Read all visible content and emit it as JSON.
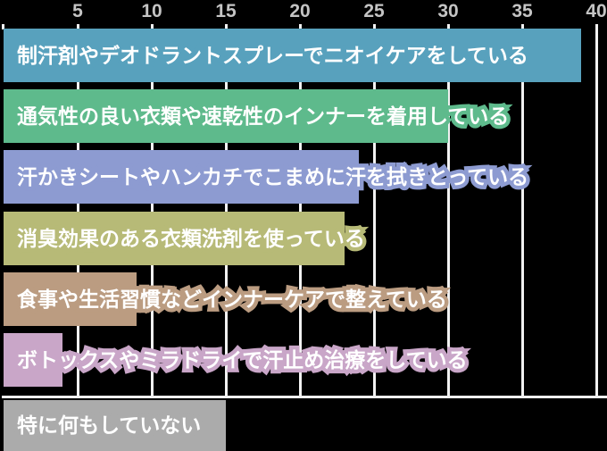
{
  "chart_data": {
    "type": "bar",
    "orientation": "horizontal",
    "title": "",
    "categories": [
      "制汗剤やデオドラントスプレーでニオイケアをしている",
      "通気性の良い衣類や速乾性のインナーを着用している",
      "汗かきシートやハンカチでこまめに汗を拭きとっている",
      "消臭効果のある衣類洗剤を使っている",
      "食事や生活習慣などインナーケアで整えている",
      "ボトックスやミラドライで汗止め治療をしている",
      "特に何もしていない"
    ],
    "values": [
      39,
      30,
      24,
      23,
      9,
      4,
      15
    ],
    "bar_colors": [
      "#58a1bd",
      "#5eba8c",
      "#8d9bd1",
      "#b7ba77",
      "#bb9c81",
      "#c9a6c8",
      "#ababab"
    ],
    "x_ticks": [
      5,
      10,
      15,
      20,
      25,
      30,
      35,
      40
    ],
    "xlim": [
      0,
      40
    ],
    "xlabel": "",
    "ylabel": "",
    "grid": true,
    "legend": false,
    "gridline_color": "#f2f2f2",
    "tick_label_color": "#c4c4c4",
    "label_text_color": "#ffffff",
    "background_color": "#000000"
  }
}
